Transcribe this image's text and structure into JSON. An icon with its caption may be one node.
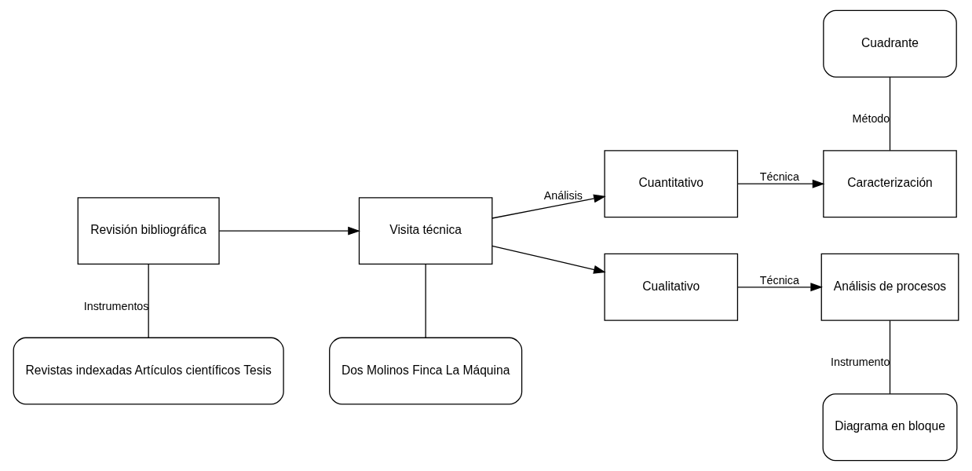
{
  "diagram": {
    "nodes": [
      {
        "text": [
          "Revisión bibliográfica"
        ]
      },
      {
        "text": [
          "Visita técnica"
        ]
      },
      {
        "text": [
          "Cuantitativo"
        ]
      },
      {
        "text": [
          "Cuadrante"
        ]
      },
      {
        "text": [
          "Caracterización"
        ]
      },
      {
        "text": [
          "Revistas indexadas Artículos científicos Tesis"
        ]
      },
      {
        "text": [
          "Dos Molinos Finca La Máquina"
        ]
      },
      {
        "text": [
          "Cualitativo"
        ]
      },
      {
        "text": [
          "Análisis de procesos"
        ]
      },
      {
        "text": [
          "Diagrama en bloque"
        ]
      }
    ],
    "edges": [
      {
        "from": 0,
        "to": 1,
        "arrow": "to"
      },
      {
        "from": 1,
        "to": 2,
        "arrow": "to",
        "label": "Análisis"
      },
      {
        "from": 1,
        "to": 7,
        "arrow": "to"
      },
      {
        "from": 2,
        "to": 4,
        "arrow": "to",
        "label": "Técnica"
      },
      {
        "from": 7,
        "to": 8,
        "arrow": "to",
        "label": "Técnica"
      },
      {
        "from": 0,
        "to": 5,
        "arrow": "none",
        "label": "Instrumentos"
      },
      {
        "from": 1,
        "to": 6,
        "arrow": "none"
      },
      {
        "from": 3,
        "to": 4,
        "arrow": "none",
        "label": "Método"
      },
      {
        "from": 8,
        "to": 9,
        "arrow": "none",
        "label": "Instrumento"
      }
    ]
  }
}
